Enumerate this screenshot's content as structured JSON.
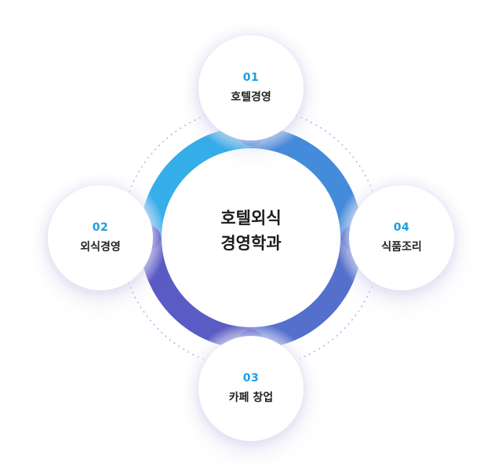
{
  "center": {
    "title_line1": "호텔외식",
    "title_line2": "경영학과"
  },
  "items": [
    {
      "number": "01",
      "label": "호텔경영",
      "position": "top",
      "ring_color": "#458bdb"
    },
    {
      "number": "02",
      "label": "외식경영",
      "position": "left",
      "ring_color": "#35aeea"
    },
    {
      "number": "03",
      "label": "카페 창업",
      "position": "bottom",
      "ring_color": "#5b5bc4"
    },
    {
      "number": "04",
      "label": "식품조리",
      "position": "right",
      "ring_color": "#5470cc"
    }
  ],
  "colors": {
    "number_accent": "#1a9fe0",
    "ring_top_left": "#35aeea",
    "ring_top_right": "#458bdb",
    "ring_bottom_left": "#5b5bc4",
    "ring_bottom_right": "#5470cc",
    "connector_top": "#2a6fd0",
    "connector_side": "#3a3ac0",
    "dashed_orbit": "#b4b4f0"
  }
}
